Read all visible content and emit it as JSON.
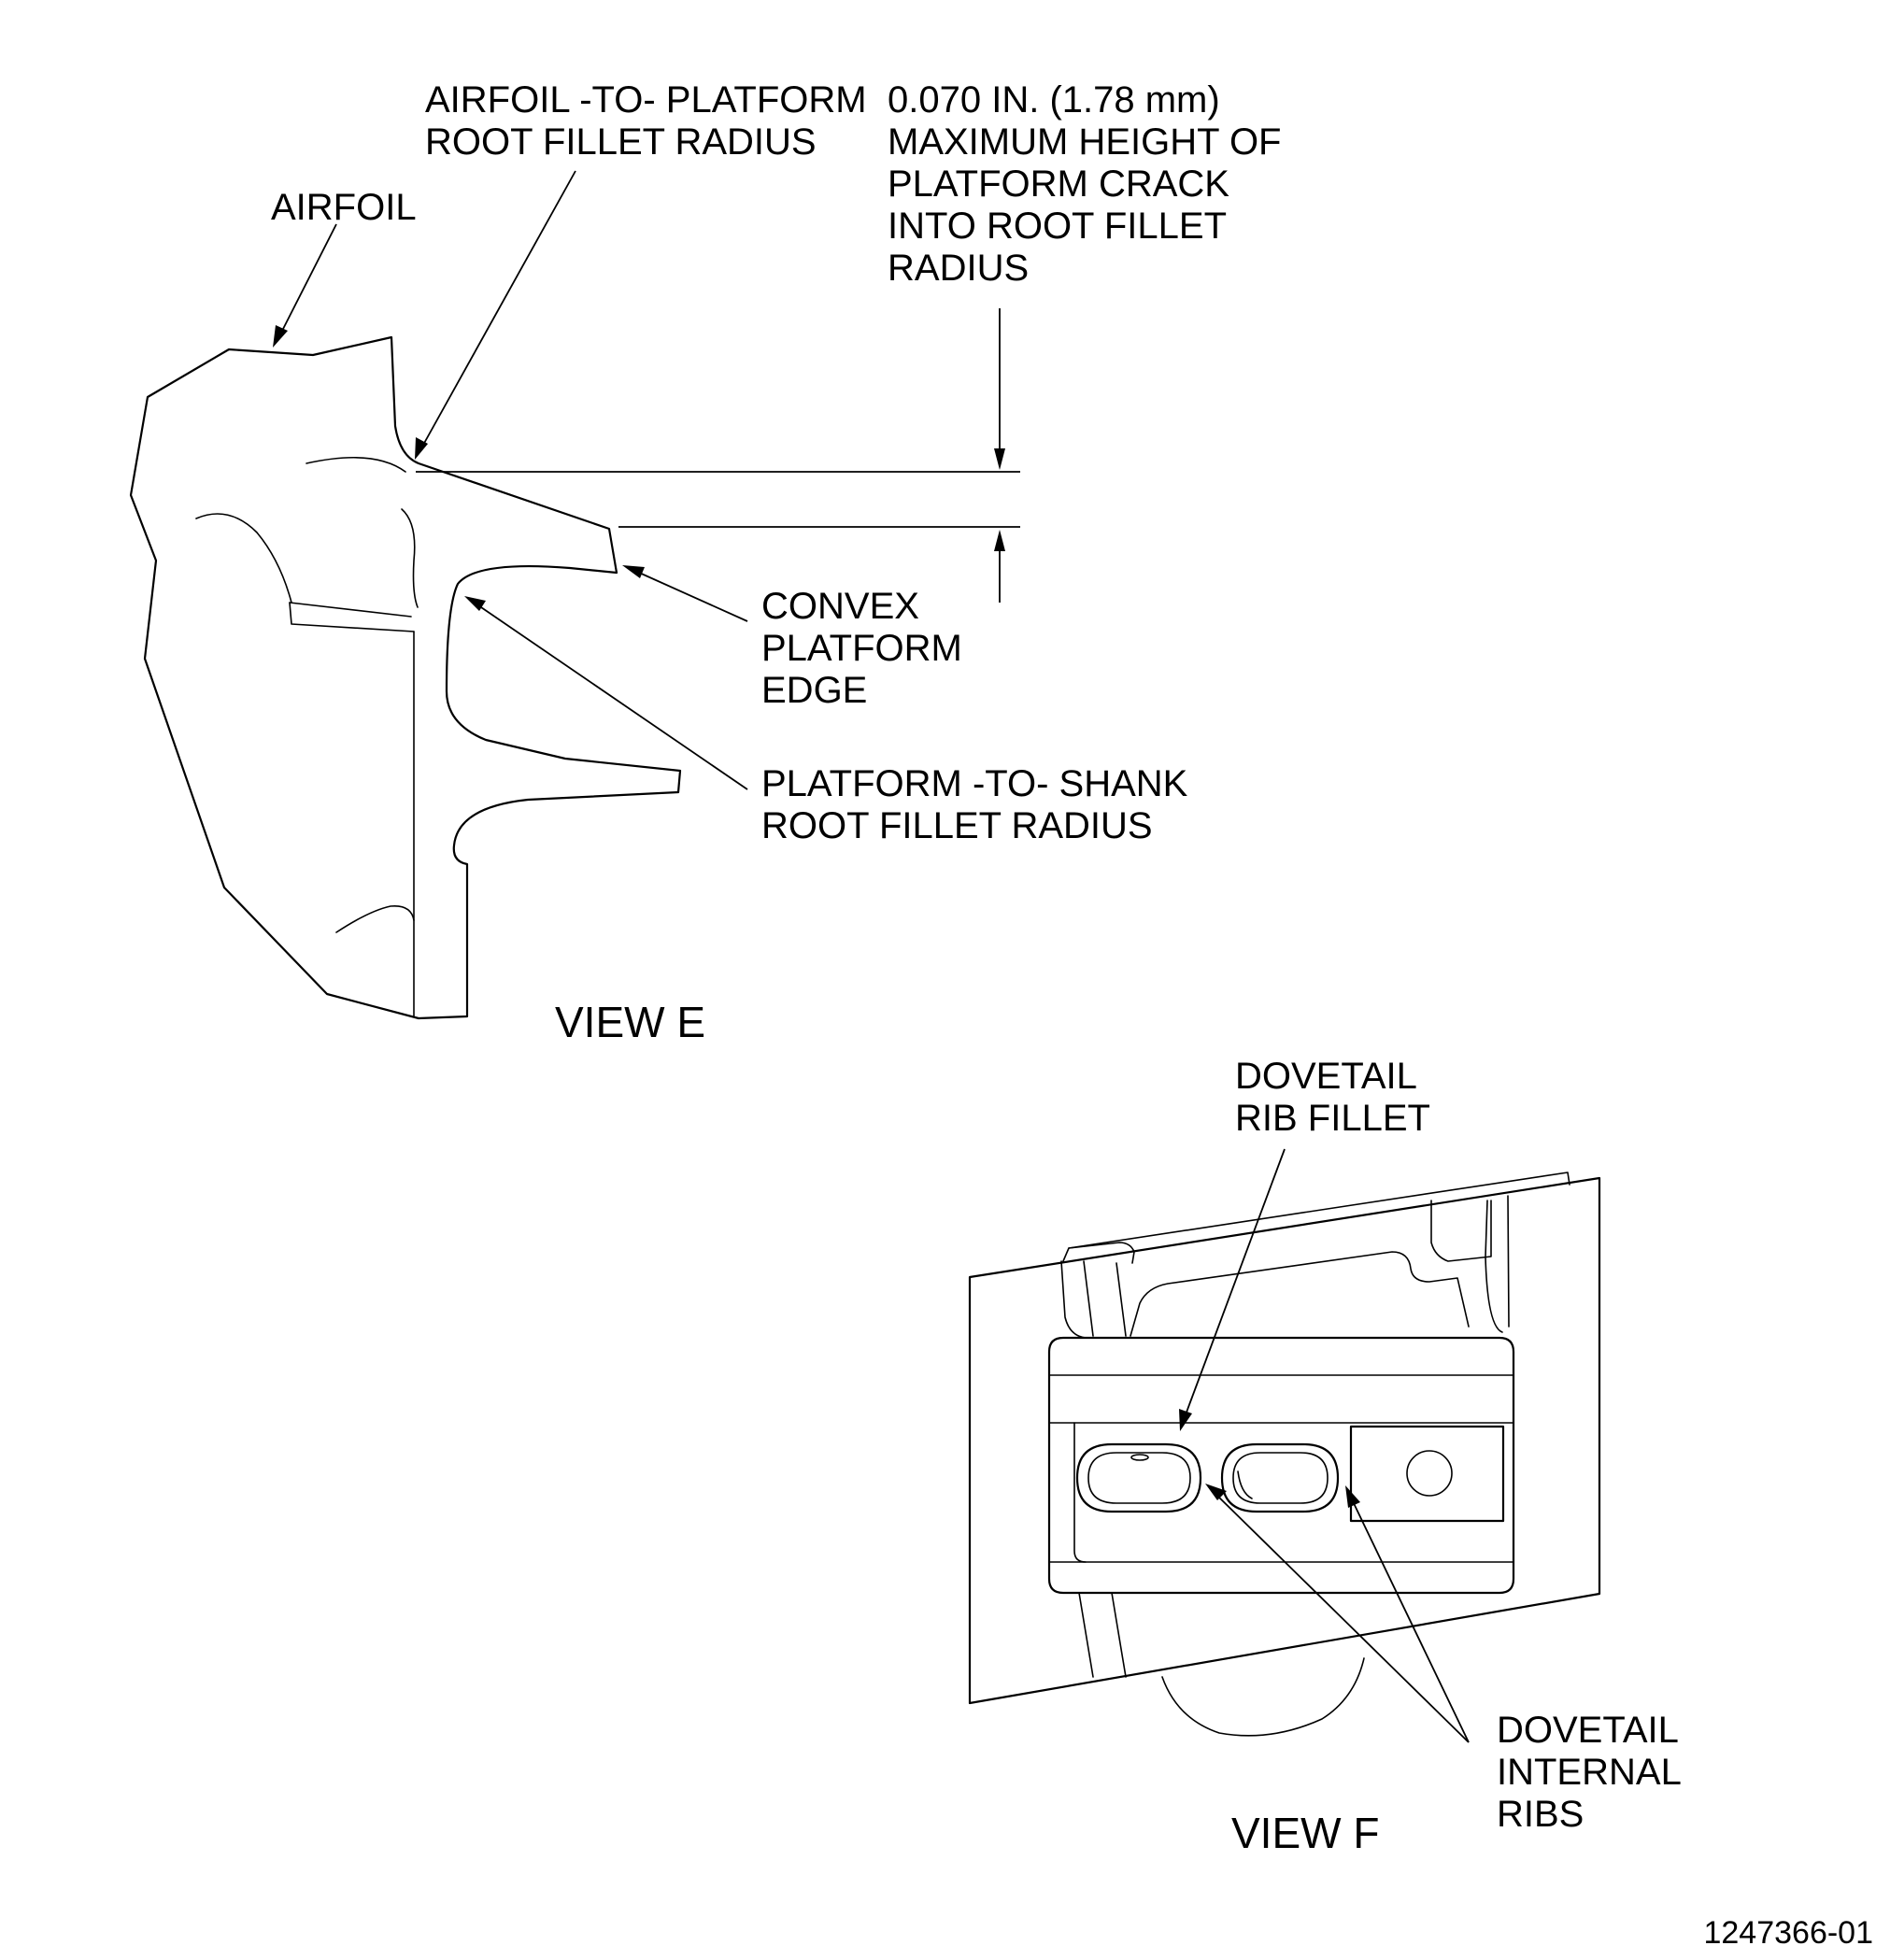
{
  "view_e": {
    "title": "VIEW E",
    "callouts": {
      "airfoil": "AIRFOIL",
      "airfoil_fillet": [
        "AIRFOIL -TO- PLATFORM",
        "ROOT FILLET RADIUS"
      ],
      "crack_height": [
        "0.070 IN. (1.78 mm)",
        "MAXIMUM HEIGHT OF",
        "PLATFORM CRACK",
        "INTO ROOT FILLET",
        "RADIUS"
      ],
      "convex_edge": [
        "CONVEX",
        "PLATFORM",
        "EDGE"
      ],
      "shank_fillet": [
        "PLATFORM -TO- SHANK",
        "ROOT FILLET RADIUS"
      ]
    }
  },
  "view_f": {
    "title": "VIEW F",
    "callouts": {
      "rib_fillet": [
        "DOVETAIL",
        "RIB FILLET"
      ],
      "internal_ribs": [
        "DOVETAIL",
        "INTERNAL",
        "RIBS"
      ]
    }
  },
  "reference_number": "1247366-01"
}
